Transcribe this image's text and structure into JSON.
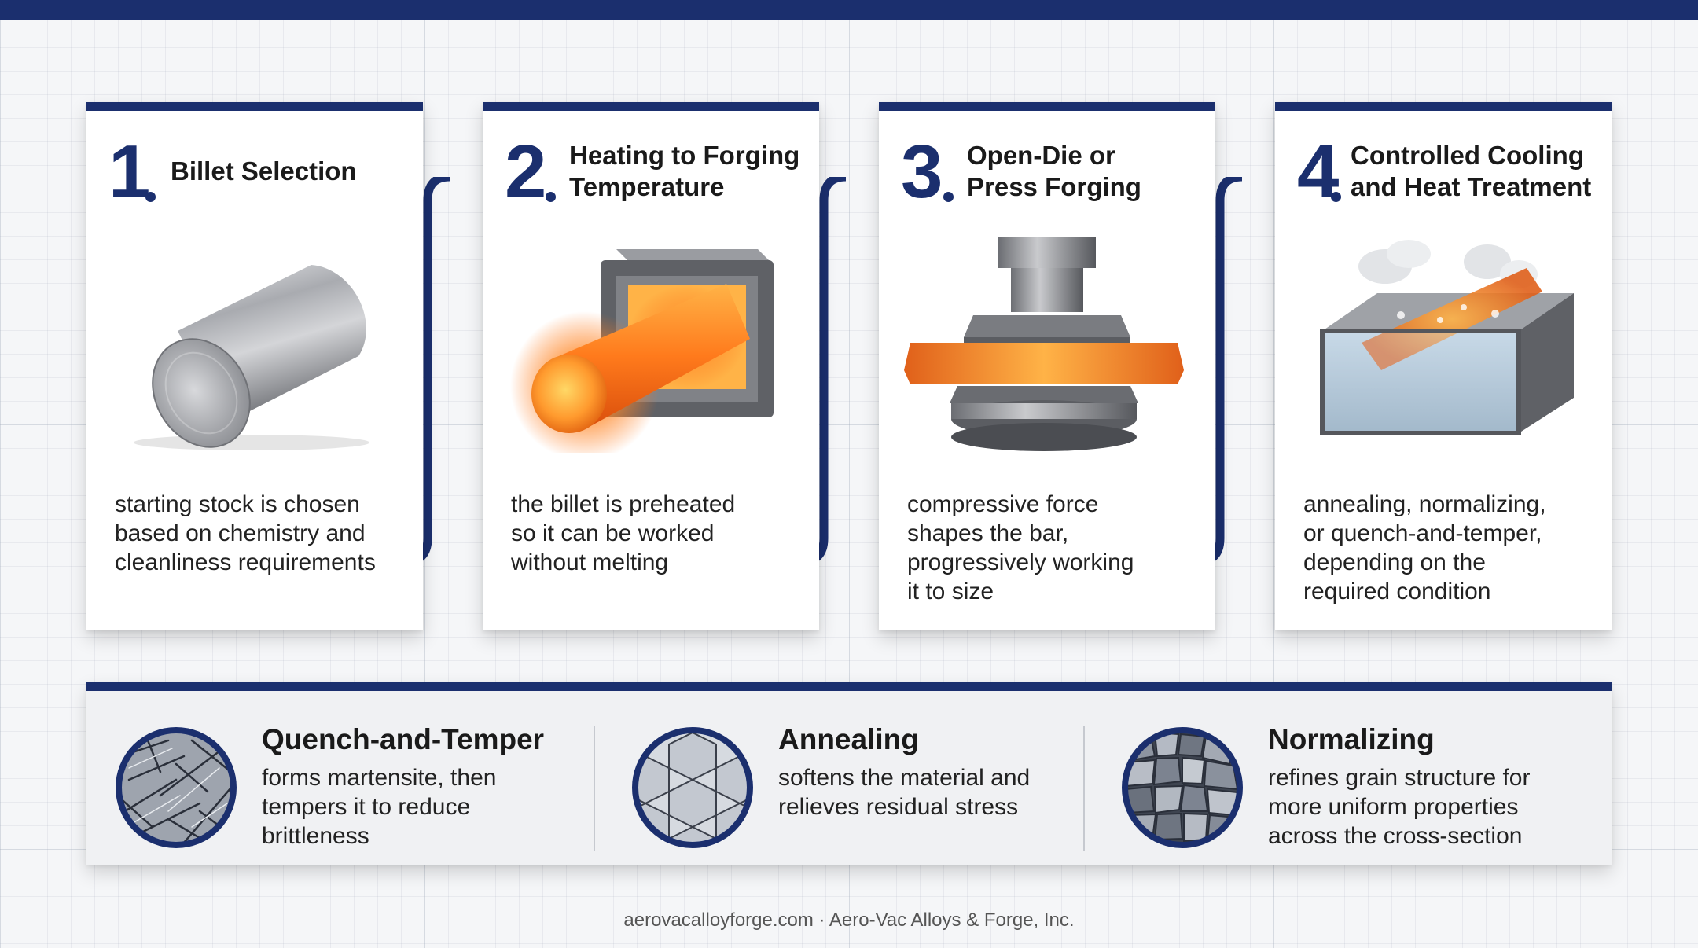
{
  "steps": [
    {
      "number": "1",
      "title": "Billet Selection",
      "description": "starting stock is chosen\nbased on chemistry and\ncleanliness requirements",
      "illustration": "steel-billet-icon"
    },
    {
      "number": "2",
      "title": "Heating to Forging\nTemperature",
      "description": "the billet is preheated\nso it can be worked\nwithout melting",
      "illustration": "furnace-icon"
    },
    {
      "number": "3",
      "title": "Open-Die or\nPress Forging",
      "description": "compressive force\nshapes the bar,\nprogressively working\nit to size",
      "illustration": "forging-press-icon"
    },
    {
      "number": "4",
      "title": "Controlled Cooling\nand Heat Treatment",
      "description": "annealing, normalizing,\nor quench-and-temper,\ndepending on the\nrequired condition",
      "illustration": "quench-tank-icon"
    }
  ],
  "treatments": [
    {
      "title": "Quench-and-Temper",
      "description": "forms martensite, then\ntempers it to reduce\nbrittleness",
      "icon": "martensite-microstructure-icon"
    },
    {
      "title": "Annealing",
      "description": "softens the material and\nrelieves residual stress",
      "icon": "annealed-grain-icon"
    },
    {
      "title": "Normalizing",
      "description": "refines grain structure for\nmore uniform properties\nacross the cross-section",
      "icon": "normalized-grain-icon"
    }
  ],
  "footer": "aerovacalloyforge.com · Aero-Vac Alloys & Forge, Inc.",
  "colors": {
    "accent": "#1b2f6e",
    "card": "#ffffff",
    "panel": "#f0f1f3",
    "background": "#f5f6f8"
  }
}
